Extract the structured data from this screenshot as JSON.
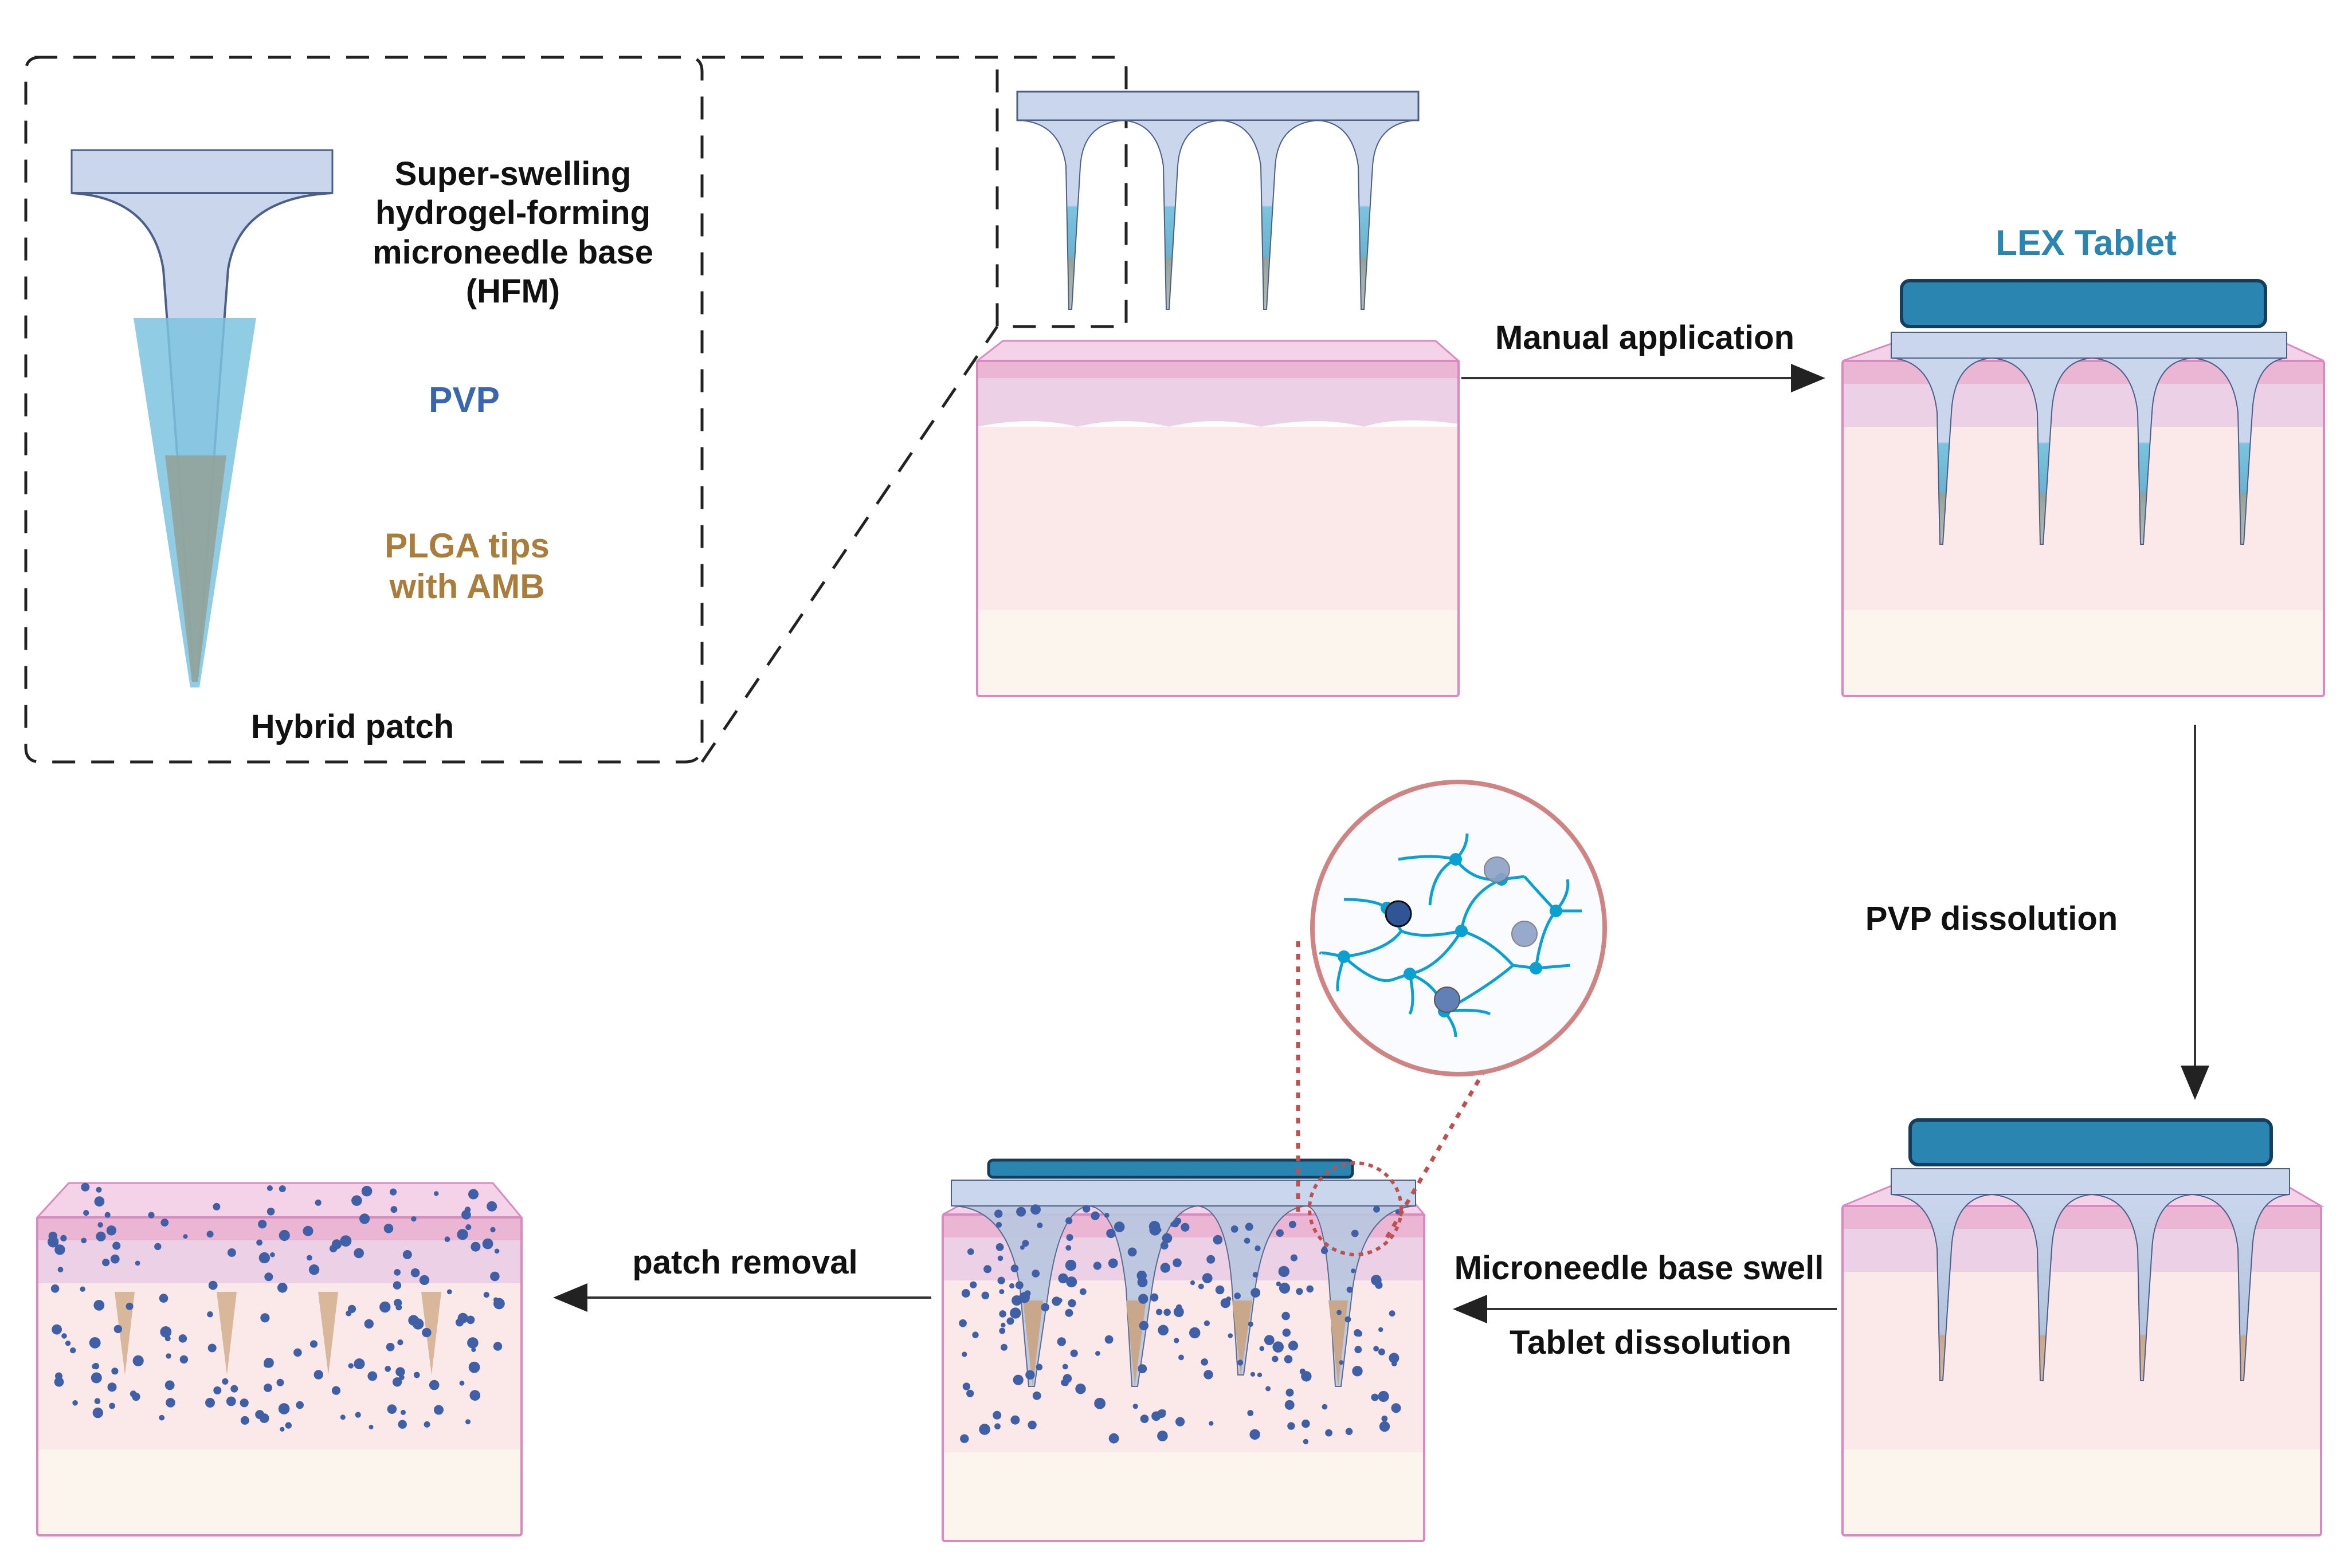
{
  "title": "Hybrid microneedle patch mechanism",
  "inset": {
    "hfm_label": "Super-swelling hydrogel-forming microneedle base (HFM)",
    "hfm_lines": [
      "Super-swelling",
      "hydrogel-forming",
      "microneedle base",
      "(HFM)"
    ],
    "pvp_label": "PVP",
    "plga_lines": [
      "PLGA tips",
      "with AMB"
    ],
    "caption": "Hybrid patch"
  },
  "steps": {
    "tablet_label": "LEX Tablet",
    "manual_application": "Manual application",
    "pvp_dissolution": "PVP dissolution",
    "swell_line1": "Microneedle base swell",
    "swell_line2": "Tablet dissolution",
    "patch_removal": "patch removal"
  },
  "colors": {
    "pvp_text": "#3a66b0",
    "plga_text": "#a97d3c",
    "tablet": "#2a85b0",
    "tablet_border": "#173d5c",
    "skin_border": "#d98ac0",
    "drug_particle": "#3f5fa6",
    "network": "#0aa0cf",
    "zoom_circle": "#c05050"
  }
}
